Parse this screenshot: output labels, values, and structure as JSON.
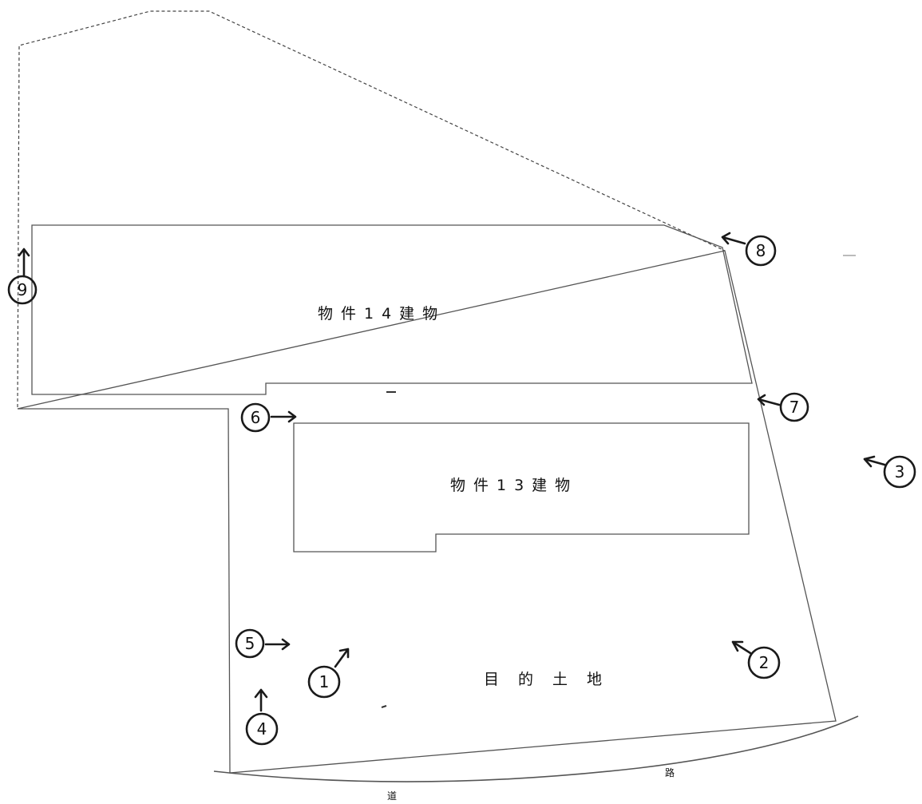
{
  "labels": {
    "building14": "物件14建物",
    "building13": "物件13建物",
    "target_land": "目的土地",
    "road_char1": "道",
    "road_char2": "路"
  },
  "markers": [
    {
      "id": "1",
      "symbol": "1"
    },
    {
      "id": "2",
      "symbol": "2"
    },
    {
      "id": "3",
      "symbol": "3"
    },
    {
      "id": "4",
      "symbol": "4"
    },
    {
      "id": "5",
      "symbol": "5"
    },
    {
      "id": "6",
      "symbol": "6"
    },
    {
      "id": "7",
      "symbol": "7"
    },
    {
      "id": "8",
      "symbol": "8"
    },
    {
      "id": "9",
      "symbol": "9"
    }
  ]
}
